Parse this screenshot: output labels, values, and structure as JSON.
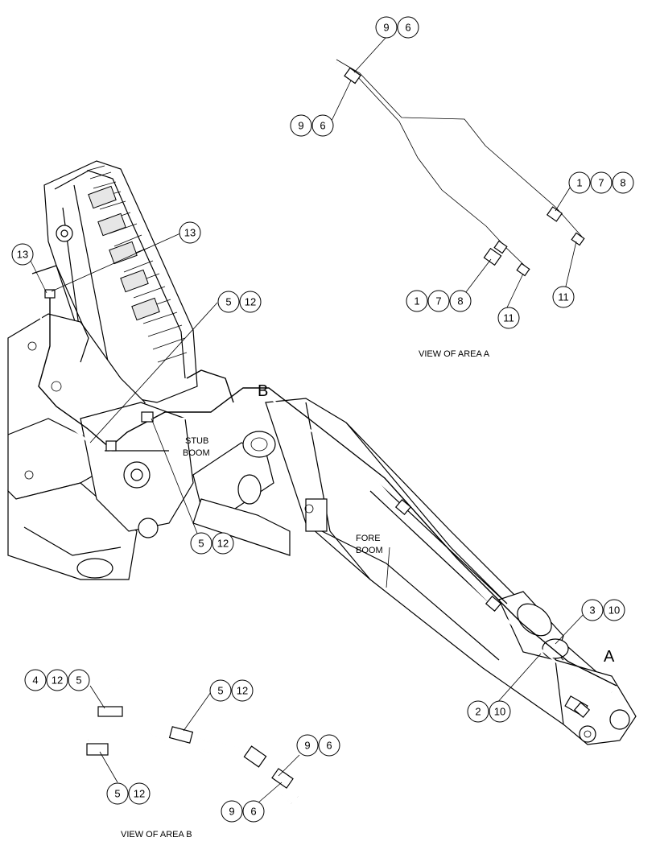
{
  "labels": {
    "view_area_a": "VIEW OF AREA A",
    "view_area_b": "VIEW OF AREA B",
    "stub_boom_1": "STUB",
    "stub_boom_2": "BOOM",
    "fore_boom_1": "FORE",
    "fore_boom_2": "BOOM",
    "area_a_marker": "A",
    "area_b_marker": "B"
  },
  "callouts": {
    "a_top": [
      "9",
      "6"
    ],
    "a_left": [
      "9",
      "6"
    ],
    "a_right": [
      "1",
      "7",
      "8"
    ],
    "a_bottom_left": [
      "1",
      "7",
      "8"
    ],
    "a_bottom_mid": [
      "11"
    ],
    "a_bottom_right": [
      "11"
    ],
    "m_13_upper": [
      "13"
    ],
    "m_13_left": [
      "13"
    ],
    "m_5_12_upper": [
      "5",
      "12"
    ],
    "m_5_12_lower": [
      "5",
      "12"
    ],
    "m_3_10": [
      "3",
      "10"
    ],
    "m_2_10": [
      "2",
      "10"
    ],
    "b_4_12_5": [
      "4",
      "12",
      "5"
    ],
    "b_5_12_right": [
      "5",
      "12"
    ],
    "b_5_12_lower": [
      "5",
      "12"
    ],
    "b_9_6_upper": [
      "9",
      "6"
    ],
    "b_9_6_lower": [
      "9",
      "6"
    ]
  }
}
